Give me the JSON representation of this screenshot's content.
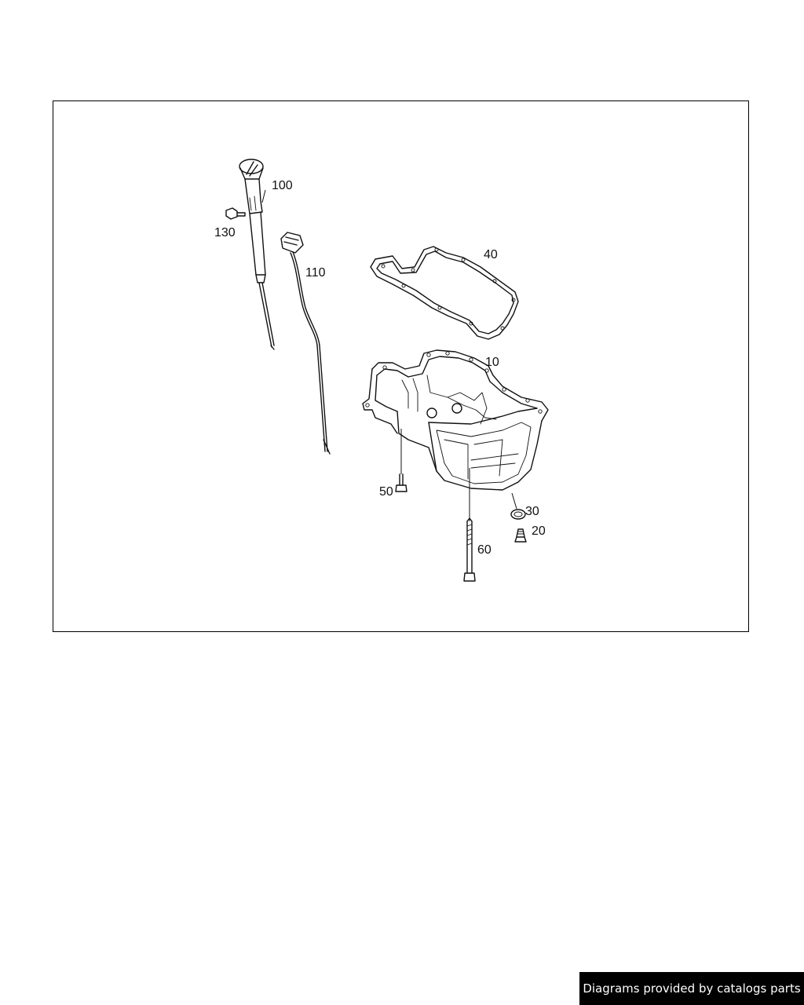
{
  "diagram": {
    "callouts": [
      {
        "id": "100",
        "label": "100"
      },
      {
        "id": "130",
        "label": "130"
      },
      {
        "id": "110",
        "label": "110"
      },
      {
        "id": "40",
        "label": "40"
      },
      {
        "id": "10",
        "label": "10"
      },
      {
        "id": "50",
        "label": "50"
      },
      {
        "id": "30",
        "label": "30"
      },
      {
        "id": "20",
        "label": "20"
      },
      {
        "id": "60",
        "label": "60"
      }
    ]
  },
  "footer": {
    "credit": "Diagrams provided by catalogs parts"
  }
}
